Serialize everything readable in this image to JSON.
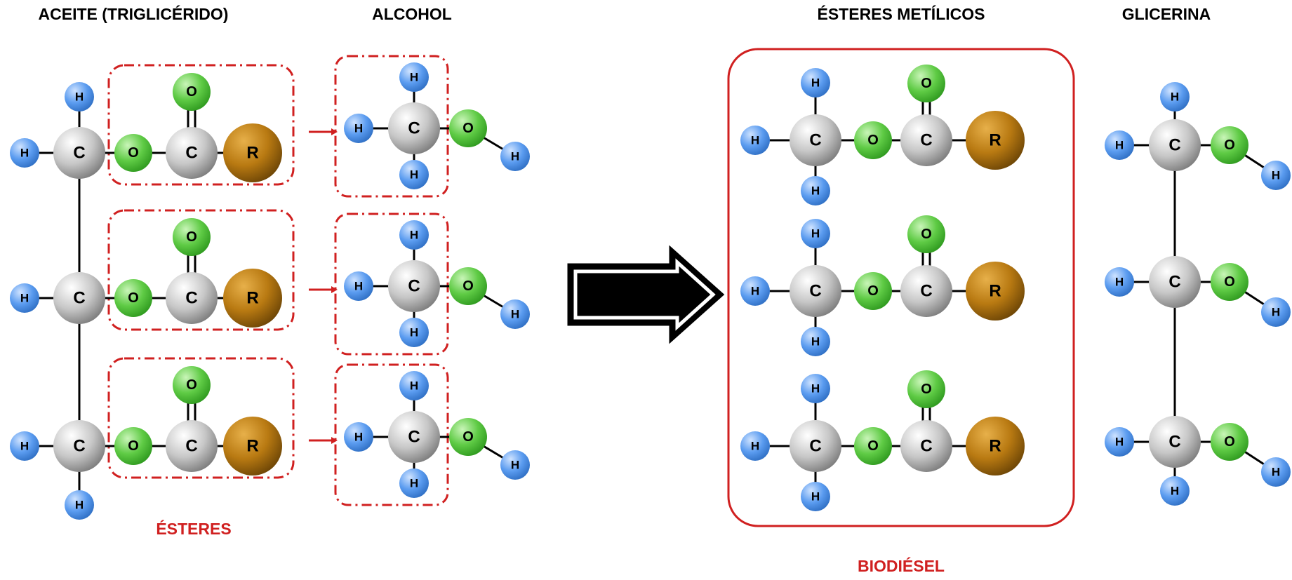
{
  "titles": {
    "oil": "ACEITE (TRIGLICÉRIDO)",
    "alcohol": "ALCOHOL",
    "methyl_esters": "ÉSTERES METÍLICOS",
    "glycerin": "GLICERINA"
  },
  "labels": {
    "esters": "ÉSTERES",
    "biodiesel": "BIODIÉSEL"
  },
  "atoms": {
    "H": "H",
    "C": "C",
    "O": "O",
    "R": "R"
  },
  "colors": {
    "hydrogen": "#4a8fe0",
    "carbon": "#9a9a9a",
    "oxygen": "#4fbf3a",
    "radical": "#a86e0c",
    "highlight_red": "#d02020",
    "arrow": "#000000"
  },
  "icons": {
    "reaction_arrow": "right-arrow-icon",
    "small_arrows": "small-red-arrow-icon"
  }
}
